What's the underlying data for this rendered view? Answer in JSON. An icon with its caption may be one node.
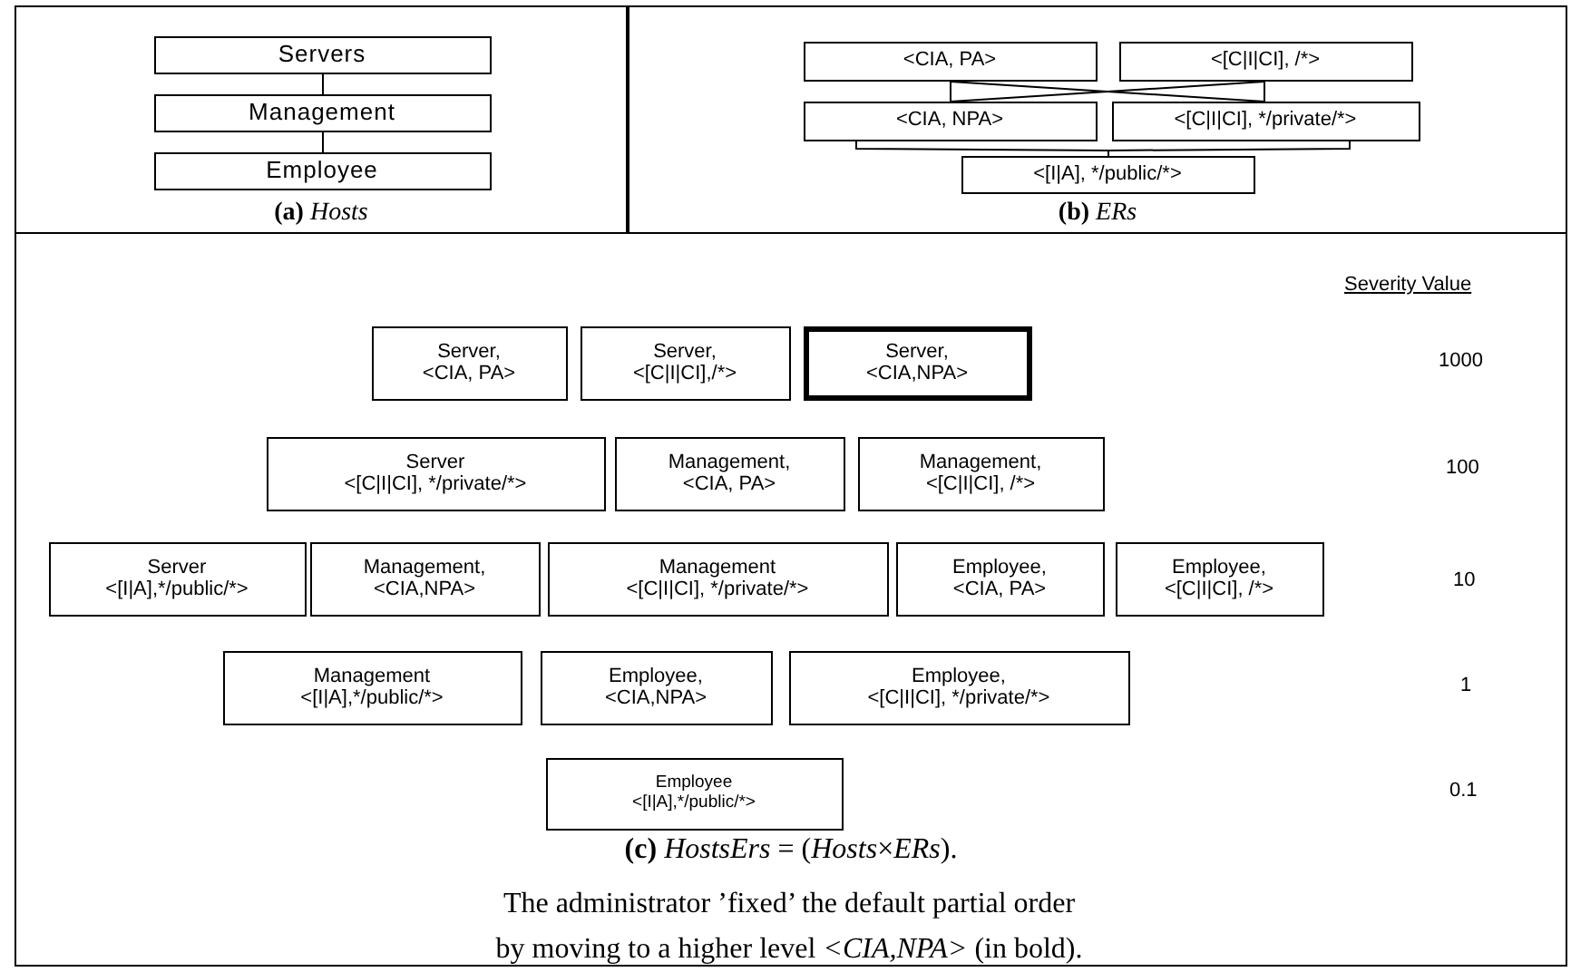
{
  "diagram": {
    "nodes": [
      {
        "text": [
          "**(a)** *Hosts*"
        ]
      },
      {
        "text": [
          "Servers"
        ],
        "in": 0
      },
      {
        "text": [
          "Management"
        ],
        "in": 0
      },
      {
        "text": [
          "Employee"
        ],
        "in": 0
      },
      {
        "text": [
          "**(b)** *ERs*"
        ]
      },
      {
        "text": [
          "<CIA, PA>"
        ],
        "in": 4
      },
      {
        "text": [
          "<[C|I|CI], /*>"
        ],
        "in": 4
      },
      {
        "text": [
          "<CIA, NPA>"
        ],
        "in": 4
      },
      {
        "text": [
          "<[C|I|CI], */private/*>"
        ],
        "in": 4
      },
      {
        "text": [
          "<[I|A], */public/*>"
        ],
        "in": 4
      },
      {
        "text": [
          "**(c)** *HostsErs* = (*Hosts*×*ERs*).",
          "The administrator ’fixed’ the default partial order by moving to a higher level *<CIA,NPA>* (in bold)."
        ]
      },
      {
        "text": [
          "Server,",
          "<CIA, PA>"
        ],
        "in": 10
      },
      {
        "text": [
          "Server,",
          "<[C|I|CI],/*>"
        ],
        "in": 10
      },
      {
        "text": [
          "Server,",
          "<CIA,NPA>"
        ],
        "in": 10
      },
      {
        "text": [
          "Server",
          "<[C|I|CI], */private/*>"
        ],
        "in": 10
      },
      {
        "text": [
          "Management,",
          "<CIA, PA>"
        ],
        "in": 10
      },
      {
        "text": [
          "Management,",
          "<[C|I|CI], /*>"
        ],
        "in": 10
      },
      {
        "text": [
          "Server",
          "<[I|A],*/public/*>"
        ],
        "in": 10
      },
      {
        "text": [
          "Management,",
          "<CIA,NPA>"
        ],
        "in": 10
      },
      {
        "text": [
          "Management",
          "<[C|I|CI], */private/*>"
        ],
        "in": 10
      },
      {
        "text": [
          "Employee,",
          "<CIA, PA>"
        ],
        "in": 10
      },
      {
        "text": [
          "Employee,",
          "<[C|I|CI], /*>"
        ],
        "in": 10
      },
      {
        "text": [
          "Management",
          "<[I|A],*/public/*>"
        ],
        "in": 10
      },
      {
        "text": [
          "Employee,",
          "<CIA,NPA>"
        ],
        "in": 10
      },
      {
        "text": [
          "Employee,",
          "<[C|I|CI], */private/*>"
        ],
        "in": 10
      },
      {
        "text": [
          "Employee",
          "<[I|A],*/public/*>"
        ],
        "in": 10
      }
    ],
    "edges": [
      {
        "from": 1,
        "to": 2,
        "arrow": "none"
      },
      {
        "from": 2,
        "to": 3,
        "arrow": "none"
      },
      {
        "from": 5,
        "to": 7,
        "arrow": "none"
      },
      {
        "from": 5,
        "to": 8,
        "arrow": "none"
      },
      {
        "from": 6,
        "to": 7,
        "arrow": "none"
      },
      {
        "from": 6,
        "to": 8,
        "arrow": "none"
      },
      {
        "from": 7,
        "to": 9,
        "arrow": "none"
      },
      {
        "from": 8,
        "to": 9,
        "arrow": "none"
      }
    ],
    "labels": [
      "Severity Value",
      "1000",
      "100",
      "10",
      "1",
      "0.1"
    ]
  }
}
